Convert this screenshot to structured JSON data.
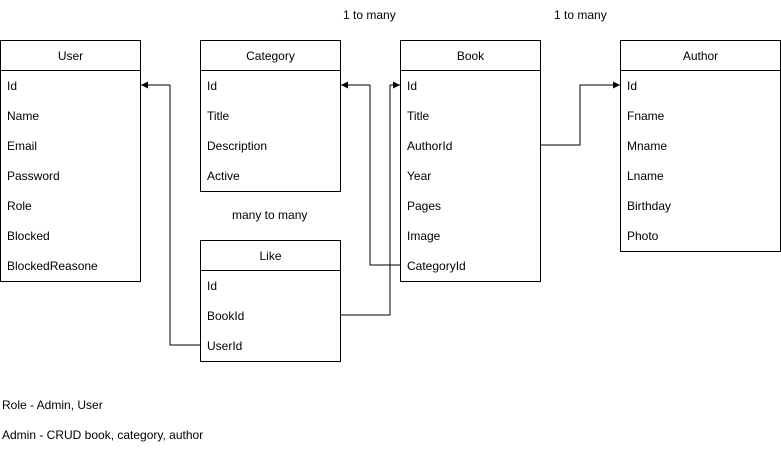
{
  "entities": {
    "user": {
      "title": "User",
      "fields": [
        "Id",
        "Name",
        "Email",
        "Password",
        "Role",
        "Blocked",
        "BlockedReasone"
      ]
    },
    "category": {
      "title": "Category",
      "fields": [
        "Id",
        "Title",
        "Description",
        "Active"
      ]
    },
    "book": {
      "title": "Book",
      "fields": [
        "Id",
        "Title",
        "AuthorId",
        "Year",
        "Pages",
        "Image",
        "CategoryId"
      ]
    },
    "author": {
      "title": "Author",
      "fields": [
        "Id",
        "Fname",
        "Mname",
        "Lname",
        "Birthday",
        "Photo"
      ]
    },
    "like": {
      "title": "Like",
      "fields": [
        "Id",
        "BookId",
        "UserId"
      ]
    }
  },
  "relations": {
    "category_book": "1 to many",
    "book_author": "1 to many",
    "like": "many to many"
  },
  "notes": {
    "roles": "Role  - Admin, User",
    "admin": "Admin - CRUD book, category, author"
  }
}
